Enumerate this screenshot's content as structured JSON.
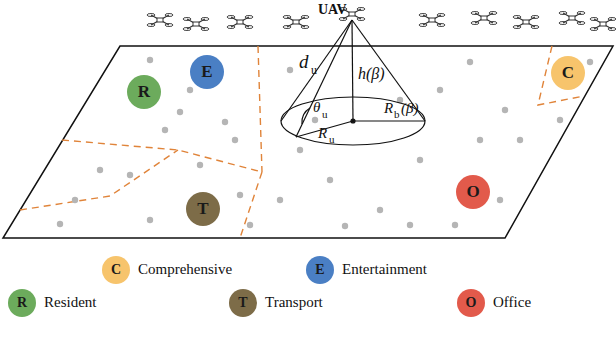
{
  "diagram": {
    "nodes": [
      {
        "text": [
          "E"
        ]
      },
      {
        "text": [
          "R"
        ]
      },
      {
        "text": [
          "T"
        ]
      },
      {
        "text": [
          "C"
        ]
      },
      {
        "text": [
          "O"
        ]
      }
    ],
    "labels": [
      "UAV",
      "d",
      "u",
      "h(β)",
      "θ",
      "u",
      "R",
      "u",
      "R",
      "b",
      "(β)",
      "C",
      "E",
      "R",
      "T",
      "O"
    ],
    "legend": [
      {
        "text": "Comprehensive",
        "color": "#f7c46c"
      },
      {
        "text": "Entertainment",
        "color": "#4a7fc4"
      },
      {
        "text": "Resident",
        "color": "#6cab5c"
      },
      {
        "text": "Transport",
        "color": "#7d6c48"
      },
      {
        "text": "Office",
        "color": "#e25a4b"
      }
    ]
  }
}
